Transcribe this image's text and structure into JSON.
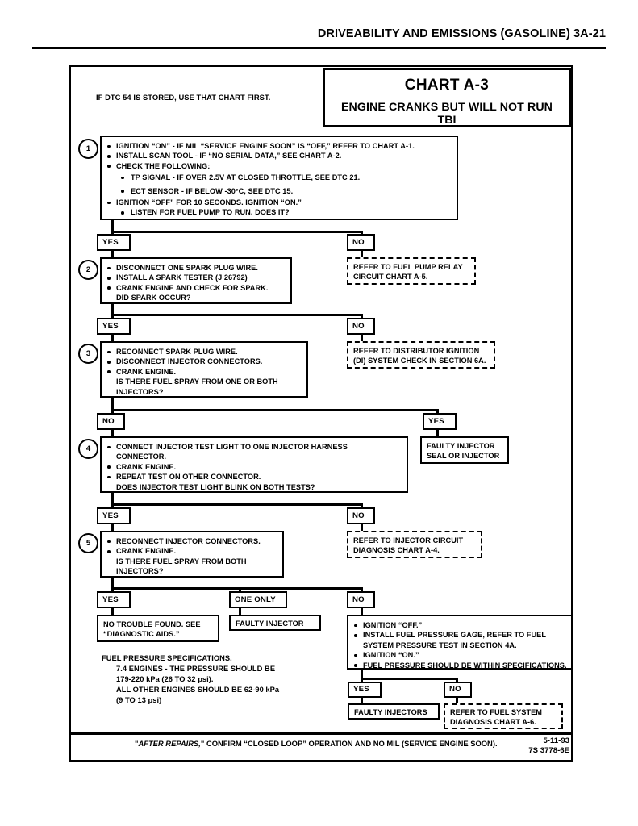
{
  "page": {
    "header": "DRIVEABILITY AND EMISSIONS (GASOLINE)  3A-21",
    "dtc_note": "IF DTC 54 IS STORED, USE THAT CHART FIRST.",
    "title_main": "CHART A-3",
    "title_sub": "ENGINE CRANKS BUT WILL NOT RUN",
    "title_sub2": "TBI",
    "footer_note_pre": "\"",
    "footer_note_italic": "AFTER REPAIRS,",
    "footer_note_post": "\" CONFIRM “CLOSED LOOP” OPERATION AND NO MIL (SERVICE ENGINE SOON).",
    "date_line1": "5-11-93",
    "date_line2": "7S 3778-6E"
  },
  "steps": {
    "s1": {
      "num": "1",
      "lines": [
        "IGNITION “ON” - IF MIL “SERVICE ENGINE SOON” IS “OFF,”  REFER TO CHART A-1.",
        "INSTALL SCAN TOOL - IF “NO SERIAL DATA,” SEE CHART A-2.",
        "CHECK THE FOLLOWING:",
        "TP SIGNAL - IF OVER 2.5V AT CLOSED THROTTLE,  SEE DTC 21.",
        "ECT SENSOR - IF BELOW -30°C, SEE DTC 15.",
        "IGNITION “OFF” FOR 10 SECONDS.  IGNITION “ON.”",
        "LISTEN FOR FUEL PUMP TO RUN.  DOES IT?"
      ]
    },
    "s2": {
      "num": "2",
      "lines": [
        "DISCONNECT ONE SPARK PLUG WIRE.",
        "INSTALL A SPARK TESTER (J 26792)",
        "CRANK ENGINE AND CHECK FOR SPARK.",
        "DID SPARK OCCUR?"
      ]
    },
    "s3": {
      "num": "3",
      "lines": [
        "RECONNECT SPARK PLUG WIRE.",
        "DISCONNECT INJECTOR CONNECTORS.",
        "CRANK ENGINE.",
        "IS THERE FUEL SPRAY FROM ONE OR BOTH",
        "INJECTORS?"
      ]
    },
    "s4": {
      "num": "4",
      "lines": [
        "CONNECT INJECTOR TEST LIGHT TO ONE INJECTOR HARNESS",
        "CONNECTOR.",
        "CRANK ENGINE.",
        "REPEAT TEST ON OTHER CONNECTOR.",
        "DOES INJECTOR TEST LIGHT BLINK ON BOTH TESTS?"
      ]
    },
    "s5": {
      "num": "5",
      "lines": [
        "RECONNECT INJECTOR CONNECTORS.",
        "CRANK ENGINE.",
        "IS THERE FUEL SPRAY FROM BOTH",
        "INJECTORS?"
      ]
    },
    "s6": {
      "lines": [
        "IGNITION “OFF.”",
        "INSTALL FUEL PRESSURE GAGE, REFER TO FUEL",
        "SYSTEM PRESSURE TEST IN SECTION 4A.",
        "IGNITION “ON.”",
        "FUEL PRESSURE SHOULD BE WITHIN SPECIFICATIONS."
      ]
    }
  },
  "tags": {
    "t1_yes": "YES",
    "t1_no": "NO",
    "t2_yes": "YES",
    "t2_no": "NO",
    "t3_no": "NO",
    "t3_yes": "YES",
    "t4_yes": "YES",
    "t4_no": "NO",
    "t5_yes": "YES",
    "t5_one_only": "ONE ONLY",
    "t5_no": "NO",
    "t6_yes": "YES",
    "t6_no": "NO"
  },
  "results": {
    "fuel_pump_relay": [
      "REFER TO FUEL PUMP RELAY",
      "CIRCUIT CHART A-5."
    ],
    "distributor_ignition": [
      "REFER TO DISTRIBUTOR IGNITION",
      "(DI) SYSTEM CHECK IN SECTION 6A."
    ],
    "faulty_injector_seal": [
      "FAULTY INJECTOR",
      "SEAL OR INJECTOR"
    ],
    "injector_circuit": [
      "REFER TO INJECTOR CIRCUIT",
      "DIAGNOSIS CHART A-4."
    ],
    "no_trouble_found": [
      "NO TROUBLE FOUND.  SEE",
      "“DIAGNOSTIC AIDS.”"
    ],
    "faulty_injector": [
      "FAULTY INJECTOR"
    ],
    "faulty_injectors": [
      "FAULTY INJECTORS"
    ],
    "fuel_system_diag": [
      "REFER TO FUEL SYSTEM",
      "DIAGNOSIS CHART A-6."
    ]
  },
  "specs": {
    "l1": "FUEL PRESSURE SPECIFICATIONS.",
    "l2": "7.4 ENGINES - THE PRESSURE SHOULD BE",
    "l3": "179-220 kPa (26 TO 32 psi).",
    "l4": "ALL OTHER ENGINES SHOULD BE 62-90 kPa",
    "l5": "(9 TO 13 psi)"
  }
}
